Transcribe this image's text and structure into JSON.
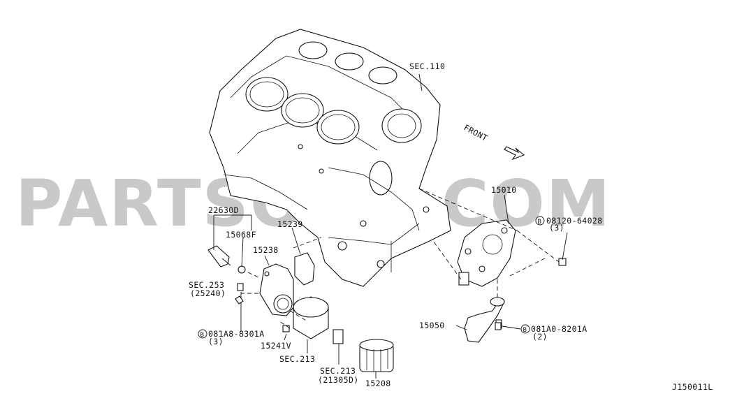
{
  "watermark": "PARTSOUQ.COM",
  "diagram_code": "J150011L",
  "front_label": "FRONT",
  "labels": {
    "sec110": "SEC.110",
    "p15010": "15010",
    "bolt_08120": "08120-64028",
    "bolt_08120_qty": "(3)",
    "p22630D": "22630D",
    "p15068F": "15068F",
    "p15239": "15239",
    "p15238": "15238",
    "sec253": "SEC.253",
    "sec253_sub": "(25240)",
    "bolt_081A8": "081A8-8301A",
    "bolt_081A8_qty": "(3)",
    "p15241V": "15241V",
    "sec213_a": "SEC.213",
    "sec213_b": "SEC.213",
    "sec213_b_sub": "(21305D)",
    "p15208": "15208",
    "p15050": "15050",
    "bolt_081A0": "081A0-8201A",
    "bolt_081A0_qty": "(2)",
    "bolt_symbol": "B"
  }
}
